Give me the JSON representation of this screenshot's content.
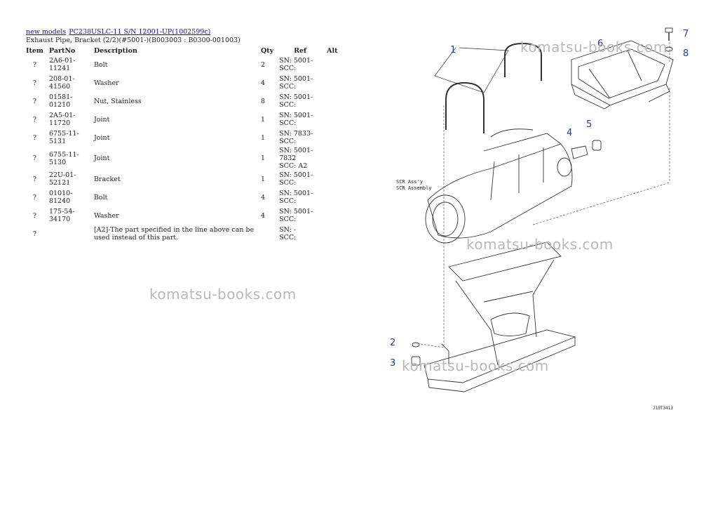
{
  "breadcrumb": {
    "link1": "new models",
    "link2": "PC238USLC-11 S/N 12001-UP(1002599c)"
  },
  "subtitle": "Exhaust Pipe, Bracket (2/2)(#5001-)(B003003 : B0300-001003)",
  "table": {
    "headers": {
      "item": "Item",
      "partno": "PartNo",
      "description": "Description",
      "qty": "Qty",
      "ref": "Ref",
      "alt": "Alt"
    },
    "rows": [
      {
        "item": "?",
        "partno": "2A6-01-11241",
        "description": "Bolt",
        "qty": "2",
        "ref1": "SN: 5001-",
        "ref2": "SCC:"
      },
      {
        "item": "?",
        "partno": "208-01-41560",
        "description": "Washer",
        "qty": "4",
        "ref1": "SN: 5001-",
        "ref2": "SCC:"
      },
      {
        "item": "?",
        "partno": "01581-01210",
        "description": "Nut, Stainless",
        "qty": "8",
        "ref1": "SN: 5001-",
        "ref2": "SCC:"
      },
      {
        "item": "?",
        "partno": "2A5-01-11720",
        "description": "Joint",
        "qty": "1",
        "ref1": "SN: 5001-",
        "ref2": "SCC:"
      },
      {
        "item": "?",
        "partno": "6755-11-5131",
        "description": "Joint",
        "qty": "1",
        "ref1": "SN: 7833-",
        "ref2": "SCC:"
      },
      {
        "item": "?",
        "partno": "6755-11-5130",
        "description": "Joint",
        "qty": "1",
        "ref1": "SN: 5001-7832",
        "ref2": "SCC: A2"
      },
      {
        "item": "?",
        "partno": "22U-01-52121",
        "description": "Bracket",
        "qty": "1",
        "ref1": "SN: 5001-",
        "ref2": "SCC:"
      },
      {
        "item": "?",
        "partno": "01010-81240",
        "description": "Bolt",
        "qty": "4",
        "ref1": "SN: 5001-",
        "ref2": "SCC:"
      },
      {
        "item": "?",
        "partno": "175-54-34170",
        "description": "Washer",
        "qty": "4",
        "ref1": "SN: 5001-",
        "ref2": "SCC:"
      },
      {
        "item": "?",
        "partno": "",
        "description": "[A2]-The part specified in the line above can be used instead of this part.",
        "qty": "",
        "ref1": "SN: -",
        "ref2": "SCC:"
      }
    ]
  },
  "diagram": {
    "callouts": [
      "1",
      "2",
      "3",
      "4",
      "5",
      "6",
      "7",
      "8"
    ],
    "label1": "SCR Ass'y",
    "label2": "SCR Assembly",
    "drawing_no": "J10T3413",
    "callout_color": "#1f3f9a"
  },
  "watermark": "komatsu-books.com"
}
